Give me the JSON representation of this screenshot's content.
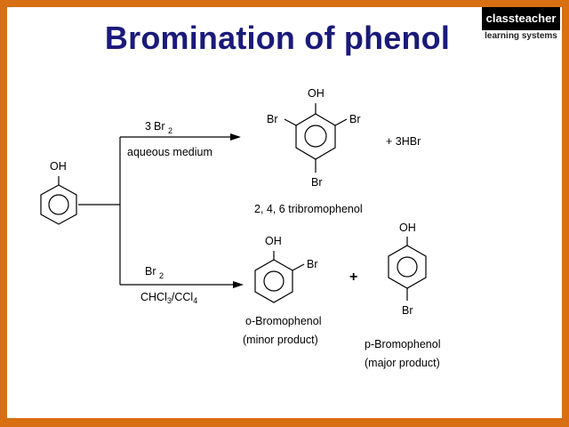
{
  "slide": {
    "title": "Bromination of phenol",
    "logo_name": "classteacher",
    "logo_tagline": "learning systems"
  },
  "reactant": {
    "substituent": "OH"
  },
  "upper_reaction": {
    "reagent_count": "3",
    "reagent": "Br",
    "reagent_sub": "2",
    "condition": "aqueous medium",
    "product_substituents": [
      "OH",
      "Br",
      "Br",
      "Br"
    ],
    "byproduct": "+  3HBr",
    "product_name": "2, 4, 6 tribromophenol"
  },
  "lower_reaction": {
    "reagent": "Br",
    "reagent_sub": "2",
    "condition_parts": [
      "CHCl",
      "3",
      "/CCl",
      "4"
    ],
    "plus": "+",
    "ortho": {
      "oh": "OH",
      "br": "Br",
      "name": "o-Bromophenol",
      "note": "(minor product)"
    },
    "para": {
      "oh": "OH",
      "br": "Br",
      "name": "p-Bromophenol",
      "note": "(major product)"
    }
  }
}
